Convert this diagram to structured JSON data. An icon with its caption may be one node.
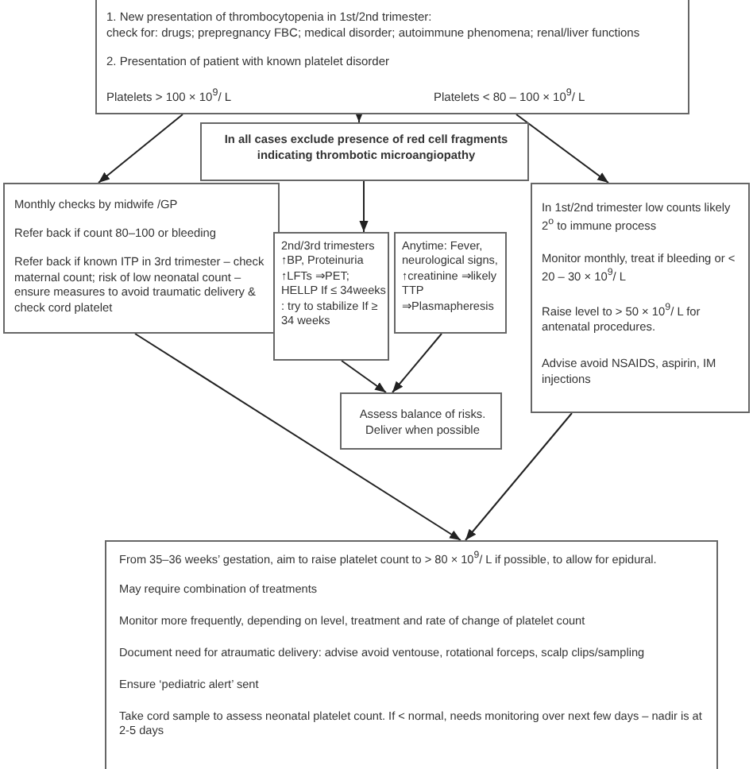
{
  "diagram": {
    "nodes": [
      {
        "text": [
          "1. New presentation of thrombocytopenia in 1st/2nd trimester:",
          "check for: drugs; prepregnancy FBC; medical disorder; autoimmune phenomena; renal/liver functions",
          "2. Presentation of patient with known platelet disorder",
          "Platelets > 100 × 10$^{9}$/ L",
          "Platelets < 80 – 100 × 10$^{9}$/ L"
        ]
      },
      {
        "text": [
          "In all cases exclude presence of red cell fragments indicating thrombotic microangiopathy"
        ]
      },
      {
        "text": [
          "Monthly checks by midwife /GP",
          "Refer back if count 80–100 or bleeding",
          "Refer back if known ITP in 3rd trimester – check maternal count; risk of low neonatal count – ensure measures to avoid traumatic delivery & check cord platelet"
        ]
      },
      {
        "text": [
          "In 1st/2nd trimester low counts likely 2$^{o}$ to immune process",
          "Monitor monthly, treat if bleeding or < 20 – 30 × 10$^{9}$/ L",
          "Raise level to > 50 × 10$^{9}$/ L for antenatal procedures.",
          "Advise avoid NSAIDS, aspirin, IM injections"
        ]
      },
      {
        "text": [
          "2nd/3rd trimesters ↑BP, Proteinuria ↑LFTs ⇒PET; HELLP If ≤ 34weeks : try to stabilize If ≥ 34 weeks"
        ]
      },
      {
        "text": [
          "Anytime: Fever, neurological signs, ↑creatinine ⇒likely TTP ⇒Plasmapheresis"
        ]
      },
      {
        "text": [
          "Assess balance of risks. Deliver when possible"
        ]
      },
      {
        "text": [
          "From 35–36 weeks’ gestation, aim to raise platelet count to > 80 × 10$^{9}$/ L if possible, to allow for epidural.",
          "May require combination of treatments",
          "Monitor more frequently, depending on level, treatment and rate of change of platelet count",
          "Document need for atraumatic delivery: advise avoid ventouse, rotational forceps, scalp clips/sampling",
          "Ensure ‘pediatric alert’ sent",
          "Take cord sample to assess neonatal platelet count. If < normal, needs monitoring over next few days – nadir is at 2-5 days"
        ]
      }
    ],
    "edges": [
      {
        "from": 0,
        "to": 2,
        "arrow": "to"
      },
      {
        "from": 0,
        "to": 3,
        "arrow": "to"
      },
      {
        "from": 0,
        "to": 1,
        "arrow": "to"
      },
      {
        "from": 1,
        "to": 4,
        "arrow": "to"
      },
      {
        "from": 4,
        "to": 6,
        "arrow": "to"
      },
      {
        "from": 5,
        "to": 6,
        "arrow": "to"
      },
      {
        "from": 2,
        "to": 7,
        "arrow": "to"
      },
      {
        "from": 3,
        "to": 7,
        "arrow": "to"
      }
    ]
  }
}
